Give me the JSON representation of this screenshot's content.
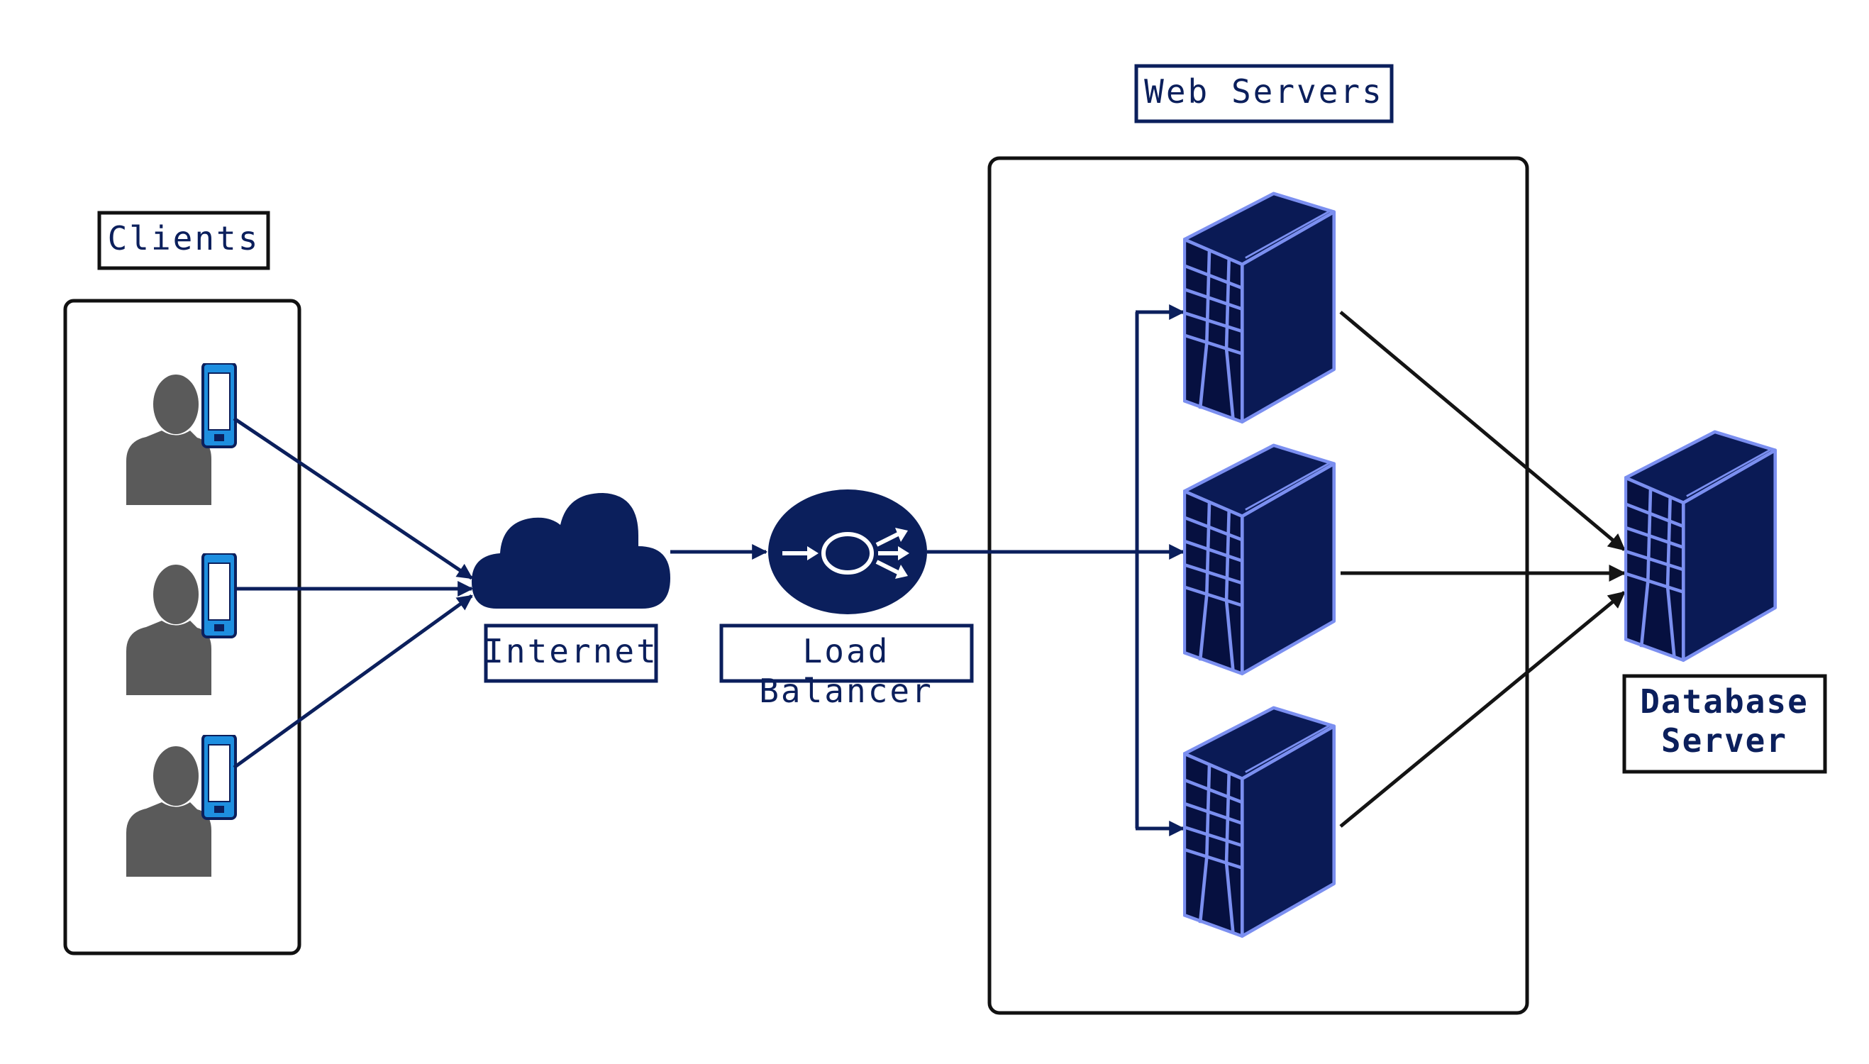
{
  "labels": {
    "clients": "Clients",
    "internet": "Internet",
    "load_balancer_line1": "Load",
    "load_balancer_line2": "Balancer",
    "web_servers": "Web Servers",
    "database_line1": "Database",
    "database_line2": "Server"
  },
  "colors": {
    "navy": "#0b1f5c",
    "server_face": "#0a1a55",
    "server_edge": "#7b8ff0",
    "person": "#5a5a5a",
    "phone": "#1e8fe0",
    "arrow_dark": "#141414",
    "box_border": "#111111"
  },
  "icons": {
    "client": "person-with-phone-icon",
    "internet": "cloud-icon",
    "load_balancer": "load-balancer-icon",
    "server": "server-tower-icon"
  }
}
